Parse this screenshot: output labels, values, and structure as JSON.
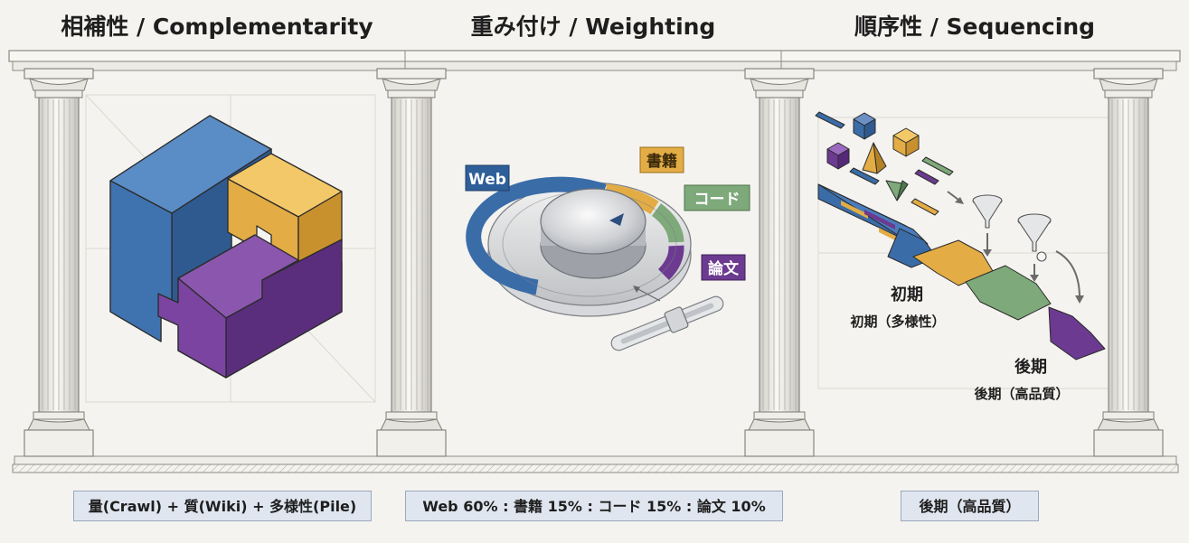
{
  "titles": {
    "complementarity": "相補性 / Complementarity",
    "weighting": "重み付け / Weighting",
    "sequencing": "順序性 / Sequencing"
  },
  "weighting_tags": {
    "web": "Web",
    "books": "書籍",
    "code": "コード",
    "papers": "論文"
  },
  "sequencing_labels": {
    "early_head": "初期",
    "early_sub": "初期（多様性）",
    "late_head": "後期",
    "late_sub": "後期（高品質）"
  },
  "captions": {
    "complementarity": "量(Crawl) + 質(Wiki) + 多様性(Pile)",
    "weighting": "Web 60% : 書籍 15% : コード 15% : 論文 10%",
    "sequencing": "後期（高品質）"
  },
  "colors": {
    "blue": "#3a6ca8",
    "gold": "#e3ac45",
    "green": "#7ea97a",
    "purple": "#6c3a90"
  }
}
